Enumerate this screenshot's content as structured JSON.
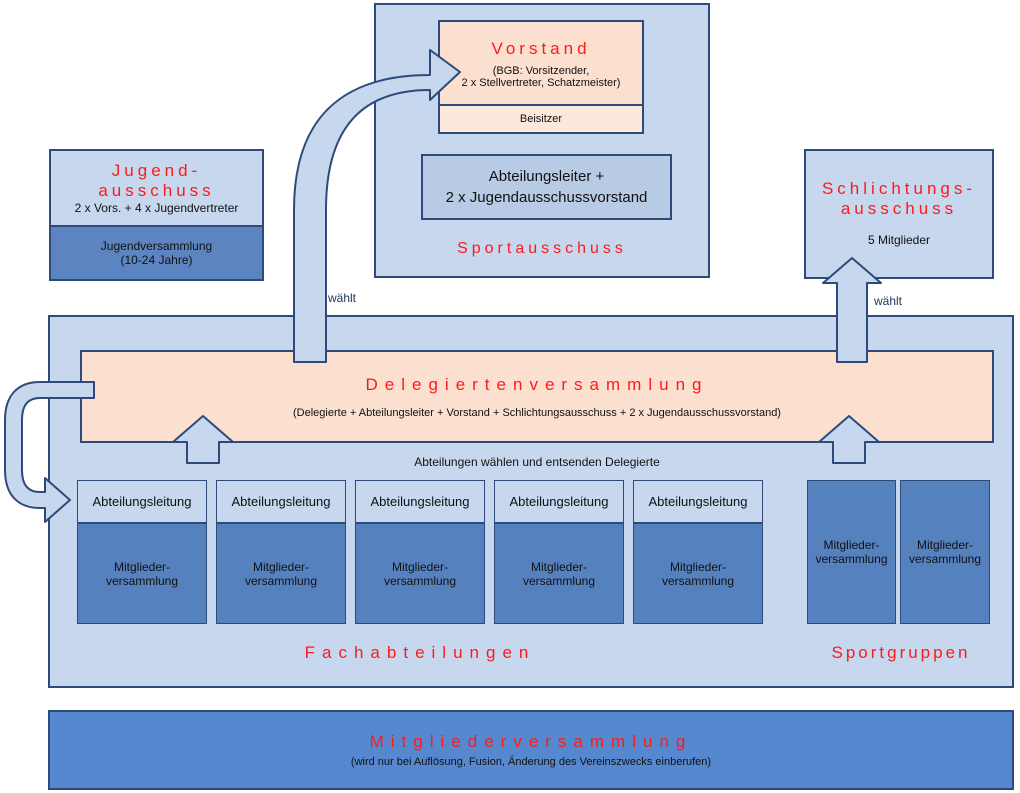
{
  "vorstand": {
    "title": "Vorstand",
    "members_line1": "(BGB: Vorsitzender,",
    "members_line2": "2 x Stellvertreter, Schatzmeister)",
    "beisitzer": "Beisitzer"
  },
  "sportausschuss": {
    "title": "Sportausschuss",
    "composition_line1": "Abteilungsleiter +",
    "composition_line2": "2 x Jugendausschussvorstand"
  },
  "jugendausschuss": {
    "title_line1": "Jugend-",
    "title_line2": "ausschuss",
    "members": "2 x Vors. + 4 x Jugendvertreter",
    "assembly_line1": "Jugendversammlung",
    "assembly_line2": "(10-24 Jahre)"
  },
  "schlichtungsausschuss": {
    "title_line1": "Schlichtungs-",
    "title_line2": "ausschuss",
    "members": "5 Mitglieder"
  },
  "arrows": {
    "waehlt_left": "wählt",
    "waehlt_right": "wählt",
    "departments_elect": "Abteilungen wählen und entsenden Delegierte"
  },
  "delegiertenversammlung": {
    "title": "Delegiertenversammlung",
    "composition": "(Delegierte + Abteilungsleiter + Vorstand + Schlichtungsausschuss + 2 x Jugendausschussvorstand)"
  },
  "fachabteilungen": {
    "label": "Fachabteilungen",
    "departments": [
      {
        "head": "Abteilungsleitung",
        "assembly_line1": "Mitglieder-",
        "assembly_line2": "versammlung"
      },
      {
        "head": "Abteilungsleitung",
        "assembly_line1": "Mitglieder-",
        "assembly_line2": "versammlung"
      },
      {
        "head": "Abteilungsleitung",
        "assembly_line1": "Mitglieder-",
        "assembly_line2": "versammlung"
      },
      {
        "head": "Abteilungsleitung",
        "assembly_line1": "Mitglieder-",
        "assembly_line2": "versammlung"
      },
      {
        "head": "Abteilungsleitung",
        "assembly_line1": "Mitglieder-",
        "assembly_line2": "versammlung"
      }
    ]
  },
  "sportgruppen": {
    "label": "Sportgruppen",
    "groups": [
      {
        "assembly_line1": "Mitglieder-",
        "assembly_line2": "versammlung"
      },
      {
        "assembly_line1": "Mitglieder-",
        "assembly_line2": "versammlung"
      }
    ]
  },
  "mitgliederversammlung": {
    "title": "Mitgliederversammlung",
    "note": "(wird nur bei Auflösung, Fusion, Änderung des Vereinszwecks einberufen)"
  },
  "colors": {
    "title_red": "#ff1a1a",
    "border": "#2e4a7a",
    "light_blue": "#c6d7ee",
    "mid_blue": "#5681bf",
    "salmon": "#fbe0cf"
  }
}
